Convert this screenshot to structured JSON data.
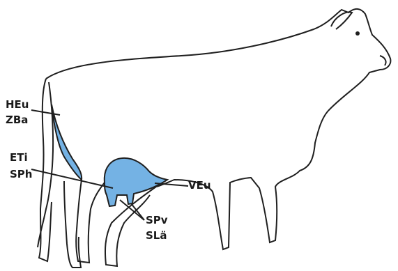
{
  "labels": {
    "heu": "HEu",
    "zba": "ZBa",
    "eti": "ETi",
    "sph": "SPh",
    "veu": "VEu",
    "spv": "SPv",
    "sla": "SLä"
  },
  "colors": {
    "outline": "#1f1f1f",
    "highlight": "#74b2e4",
    "background": "#ffffff"
  },
  "icons": [
    "cow-outline",
    "udder-highlight",
    "leg-highlight"
  ]
}
